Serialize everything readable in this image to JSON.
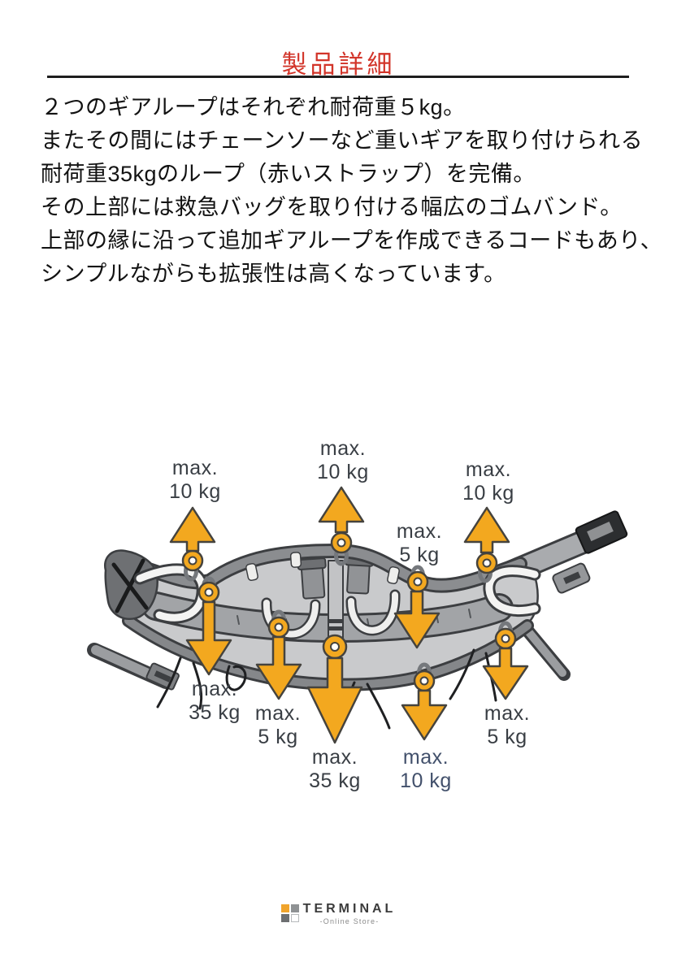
{
  "page": {
    "title": "製品詳細"
  },
  "description": {
    "lines": [
      "２つのギアループはそれぞれ耐荷重５kg。",
      "またその間にはチェーンソーなど重いギアを取り付けられる",
      "耐荷重35kgのループ（赤いストラップ）を完備。",
      "その上部には救急バッグを取り付ける幅広のゴムバンド。",
      "上部の縁に沿って追加ギアループを作成できるコードもあり、",
      "シンプルながらも拡張性は高くなっています。"
    ]
  },
  "diagram": {
    "labels": [
      {
        "position": "top-left",
        "line1": "max.",
        "line2": "10 kg"
      },
      {
        "position": "top-center",
        "line1": "max.",
        "line2": "10 kg"
      },
      {
        "position": "top-right",
        "line1": "max.",
        "line2": "10 kg"
      },
      {
        "position": "middle-right",
        "line1": "max.",
        "line2": "5 kg"
      },
      {
        "position": "bottom-far-left",
        "line1": "max.",
        "line2": "35 kg"
      },
      {
        "position": "bottom-left",
        "line1": "max.",
        "line2": "5 kg"
      },
      {
        "position": "bottom-center",
        "line1": "max.",
        "line2": "35 kg"
      },
      {
        "position": "bottom-center-right",
        "line1": "max.",
        "line2": "10 kg"
      },
      {
        "position": "bottom-right",
        "line1": "max.",
        "line2": "5 kg"
      }
    ]
  },
  "footer": {
    "brand": "TERMINAL",
    "tagline": "-Online Store-"
  },
  "colors": {
    "title_red": "#d23429",
    "arrow_orange": "#f3a81f",
    "label_gray": "#393e44",
    "label_blue": "#42506b",
    "logo_orange": "#f0a42c"
  }
}
